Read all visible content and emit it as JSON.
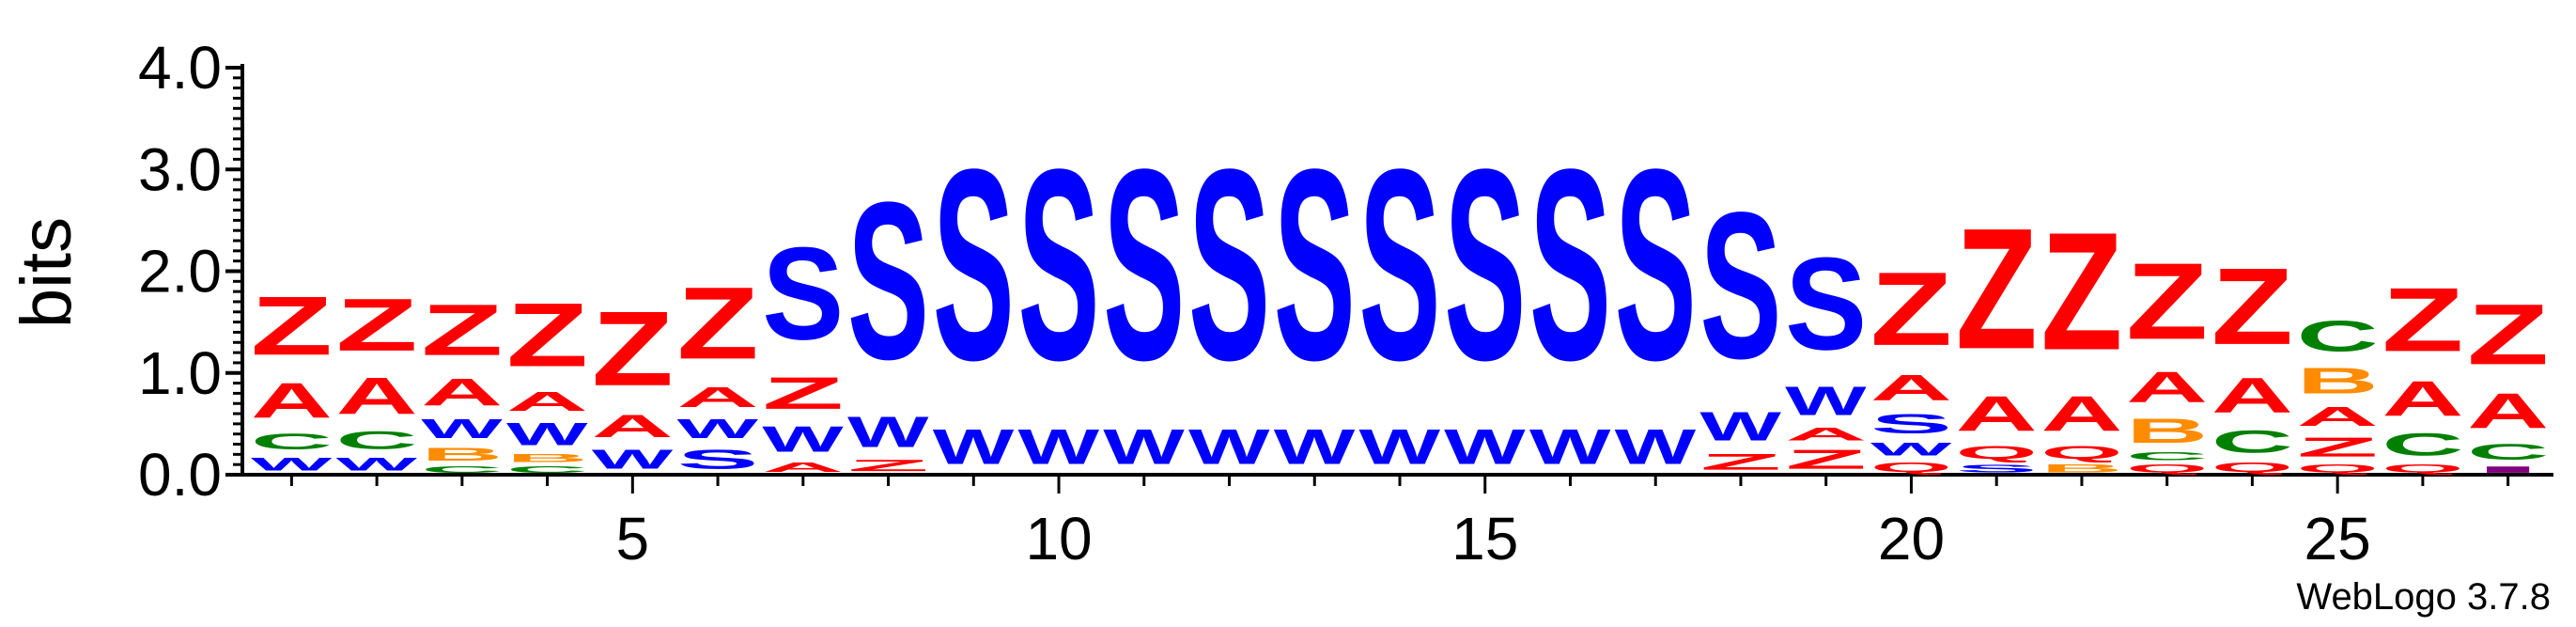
{
  "chart_data": {
    "type": "sequence-logo",
    "ylabel": "bits",
    "ylim": [
      0,
      4.0
    ],
    "yticks": [
      "0.0",
      "1.0",
      "2.0",
      "3.0",
      "4.0"
    ],
    "xticks": [
      5,
      10,
      15,
      20,
      25
    ],
    "footer": "WebLogo 3.7.8",
    "colors": {
      "Z": "#ff0000",
      "A": "#ff0000",
      "S": "#0000ff",
      "W": "#0000ff",
      "C": "#008000",
      "B": "#ff8c00",
      "Q": "#ff0000",
      "I": "#800080"
    },
    "positions": [
      {
        "pos": 1,
        "letters": [
          {
            "l": "W",
            "h": 0.2
          },
          {
            "l": "C",
            "h": 0.25
          },
          {
            "l": "A",
            "h": 0.55
          },
          {
            "l": "Z",
            "h": 0.92
          }
        ]
      },
      {
        "pos": 2,
        "letters": [
          {
            "l": "W",
            "h": 0.2
          },
          {
            "l": "C",
            "h": 0.28
          },
          {
            "l": "A",
            "h": 0.58
          },
          {
            "l": "Z",
            "h": 0.82
          }
        ]
      },
      {
        "pos": 3,
        "letters": [
          {
            "l": "C",
            "h": 0.1
          },
          {
            "l": "B",
            "h": 0.2
          },
          {
            "l": "W",
            "h": 0.3
          },
          {
            "l": "A",
            "h": 0.42
          },
          {
            "l": "Z",
            "h": 0.8
          }
        ]
      },
      {
        "pos": 4,
        "letters": [
          {
            "l": "C",
            "h": 0.1
          },
          {
            "l": "B",
            "h": 0.12
          },
          {
            "l": "W",
            "h": 0.35
          },
          {
            "l": "A",
            "h": 0.3
          },
          {
            "l": "Z",
            "h": 1.0
          }
        ]
      },
      {
        "pos": 5,
        "letters": [
          {
            "l": "W",
            "h": 0.3
          },
          {
            "l": "A",
            "h": 0.35
          },
          {
            "l": "Z",
            "h": 1.17
          }
        ]
      },
      {
        "pos": 6,
        "letters": [
          {
            "l": "S",
            "h": 0.3
          },
          {
            "l": "W",
            "h": 0.3
          },
          {
            "l": "A",
            "h": 0.32
          },
          {
            "l": "Z",
            "h": 1.13
          }
        ]
      },
      {
        "pos": 7,
        "letters": [
          {
            "l": "A",
            "h": 0.15
          },
          {
            "l": "W",
            "h": 0.4
          },
          {
            "l": "Z",
            "h": 0.5
          },
          {
            "l": "S",
            "h": 1.45
          }
        ]
      },
      {
        "pos": 8,
        "letters": [
          {
            "l": "Z",
            "h": 0.18
          },
          {
            "l": "W",
            "h": 0.48
          },
          {
            "l": "S",
            "h": 2.47
          }
        ]
      },
      {
        "pos": 9,
        "letters": [
          {
            "l": "W",
            "h": 0.55
          },
          {
            "l": "S",
            "h": 3.0
          }
        ]
      },
      {
        "pos": 10,
        "letters": [
          {
            "l": "W",
            "h": 0.55
          },
          {
            "l": "S",
            "h": 3.0
          }
        ]
      },
      {
        "pos": 11,
        "letters": [
          {
            "l": "W",
            "h": 0.55
          },
          {
            "l": "S",
            "h": 3.0
          }
        ]
      },
      {
        "pos": 12,
        "letters": [
          {
            "l": "W",
            "h": 0.55
          },
          {
            "l": "S",
            "h": 3.0
          }
        ]
      },
      {
        "pos": 13,
        "letters": [
          {
            "l": "W",
            "h": 0.55
          },
          {
            "l": "S",
            "h": 3.0
          }
        ]
      },
      {
        "pos": 14,
        "letters": [
          {
            "l": "W",
            "h": 0.55
          },
          {
            "l": "S",
            "h": 3.0
          }
        ]
      },
      {
        "pos": 15,
        "letters": [
          {
            "l": "W",
            "h": 0.55
          },
          {
            "l": "S",
            "h": 3.0
          }
        ]
      },
      {
        "pos": 16,
        "letters": [
          {
            "l": "W",
            "h": 0.55
          },
          {
            "l": "S",
            "h": 3.0
          }
        ]
      },
      {
        "pos": 17,
        "letters": [
          {
            "l": "W",
            "h": 0.55
          },
          {
            "l": "S",
            "h": 3.0
          }
        ]
      },
      {
        "pos": 18,
        "letters": [
          {
            "l": "Z",
            "h": 0.25
          },
          {
            "l": "W",
            "h": 0.45
          },
          {
            "l": "S",
            "h": 2.3
          }
        ]
      },
      {
        "pos": 19,
        "letters": [
          {
            "l": "Z",
            "h": 0.3
          },
          {
            "l": "A",
            "h": 0.2
          },
          {
            "l": "W",
            "h": 0.45
          },
          {
            "l": "S",
            "h": 1.45
          }
        ]
      },
      {
        "pos": 20,
        "letters": [
          {
            "l": "Q",
            "h": 0.15
          },
          {
            "l": "W",
            "h": 0.2
          },
          {
            "l": "S",
            "h": 0.3
          },
          {
            "l": "A",
            "h": 0.4
          },
          {
            "l": "Z",
            "h": 1.15
          }
        ]
      },
      {
        "pos": 21,
        "letters": [
          {
            "l": "S",
            "h": 0.12
          },
          {
            "l": "Q",
            "h": 0.2
          },
          {
            "l": "A",
            "h": 0.55
          },
          {
            "l": "Z",
            "h": 1.9
          }
        ]
      },
      {
        "pos": 22,
        "letters": [
          {
            "l": "B",
            "h": 0.12
          },
          {
            "l": "Q",
            "h": 0.2
          },
          {
            "l": "A",
            "h": 0.55
          },
          {
            "l": "Z",
            "h": 1.85
          }
        ]
      },
      {
        "pos": 23,
        "letters": [
          {
            "l": "Q",
            "h": 0.12
          },
          {
            "l": "C",
            "h": 0.12
          },
          {
            "l": "B",
            "h": 0.38
          },
          {
            "l": "A",
            "h": 0.48
          },
          {
            "l": "Z",
            "h": 1.2
          }
        ]
      },
      {
        "pos": 24,
        "letters": [
          {
            "l": "Q",
            "h": 0.15
          },
          {
            "l": "C",
            "h": 0.35
          },
          {
            "l": "A",
            "h": 0.55
          },
          {
            "l": "Z",
            "h": 1.2
          }
        ]
      },
      {
        "pos": 25,
        "letters": [
          {
            "l": "Q",
            "h": 0.12
          },
          {
            "l": "Z",
            "h": 0.3
          },
          {
            "l": "A",
            "h": 0.3
          },
          {
            "l": "B",
            "h": 0.4
          },
          {
            "l": "C",
            "h": 0.48
          }
        ]
      },
      {
        "pos": 26,
        "letters": [
          {
            "l": "Q",
            "h": 0.12
          },
          {
            "l": "C",
            "h": 0.35
          },
          {
            "l": "A",
            "h": 0.55
          },
          {
            "l": "Z",
            "h": 1.0
          }
        ]
      },
      {
        "pos": 27,
        "letters": [
          {
            "l": "I",
            "h": 0.1
          },
          {
            "l": "C",
            "h": 0.25
          },
          {
            "l": "A",
            "h": 0.55
          },
          {
            "l": "Z",
            "h": 0.95
          }
        ]
      }
    ]
  }
}
